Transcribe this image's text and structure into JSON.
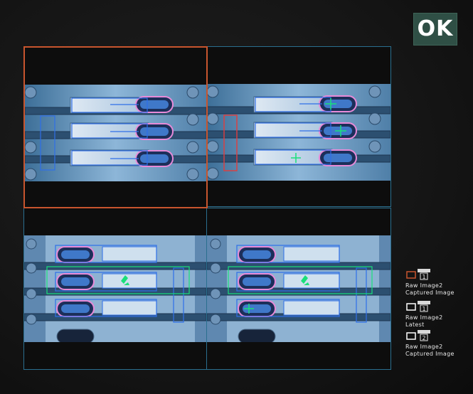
{
  "ok_button": {
    "label": "OK"
  },
  "views": [
    {
      "id": "top-left",
      "selected": true
    },
    {
      "id": "top-right",
      "selected": false
    },
    {
      "id": "bottom-left",
      "selected": false
    },
    {
      "id": "bottom-right",
      "selected": false
    }
  ],
  "legend": [
    {
      "frame_color": "#c8552e",
      "badge": "1",
      "line1": "Raw Image2",
      "line2": "Captured Image"
    },
    {
      "frame_color": "#ffffff",
      "badge": "1",
      "line1": "Raw Image2",
      "line2": "Latest"
    },
    {
      "frame_color": "#ffffff",
      "badge": "2",
      "line1": "Raw Image2",
      "line2": "Captured Image"
    }
  ],
  "colors": {
    "selected_frame": "#c8552e",
    "view_frame": "#2a6f8f",
    "ok_button_bg": "#2f4f45",
    "roi_blue": "#2f6fe8",
    "roi_green": "#19e07a",
    "roi_red": "#e23c3c",
    "pad_outline": "#d48ad0"
  }
}
